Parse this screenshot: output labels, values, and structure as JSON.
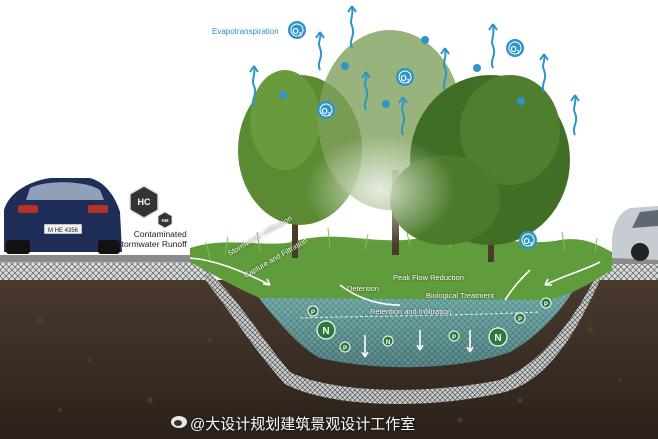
{
  "title_evapotranspiration": "Evapotranspiration",
  "runoff_label_line1": "Contaminated",
  "runoff_label_line2": "Stormwater Runoff",
  "hc_badge": "HC",
  "hm_badge": "HM",
  "car_plate": "M HE 4356",
  "processes": {
    "p1": "Stormwater Infiltration",
    "p2": "Capture and Filtration",
    "p3": "Detention",
    "p4": "Peak Flow Reduction",
    "p5": "Biological Treatment",
    "p6": "Retention and Infiltration"
  },
  "oxygen_label": "O",
  "oxygen_sub": "2",
  "nitrogen_label": "N",
  "phosphorus_label": "P",
  "watermark": "@大设计规划建筑景观设计工作室",
  "colors": {
    "sky": "#ffffff",
    "water_arrow": "#2e95c9",
    "soil": "#3c2d23",
    "gravel": "#cfd3d2",
    "basin_water": "#3d8f8c",
    "grass": "#5e9a3a",
    "tree": "#4d7d2c",
    "nutrient_circle": "#2c7a3b",
    "car": "#1f2d59"
  }
}
